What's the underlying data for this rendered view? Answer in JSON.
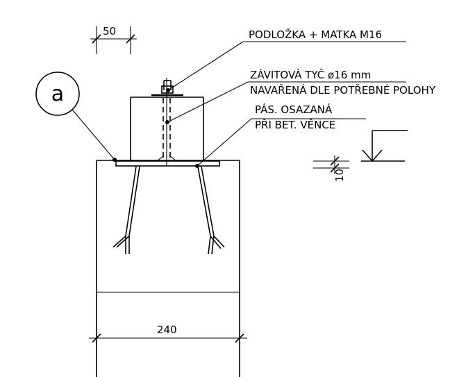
{
  "labels": {
    "washer_nut": "PODLOŽKA + MATKA M16",
    "rod_line1": "ZÁVITOVÁ TYČ ø16 mm",
    "rod_line2": "NAVAŘENÁ DLE POTŘEBNÉ POLOHY",
    "plate_line1": "PÁS. OSAZANÁ",
    "plate_line2": "PŘI BET. VĚNCE"
  },
  "detail_marker": "a",
  "dimensions": {
    "top_width": "50",
    "bottom_width": "240",
    "side_offset": "10"
  }
}
